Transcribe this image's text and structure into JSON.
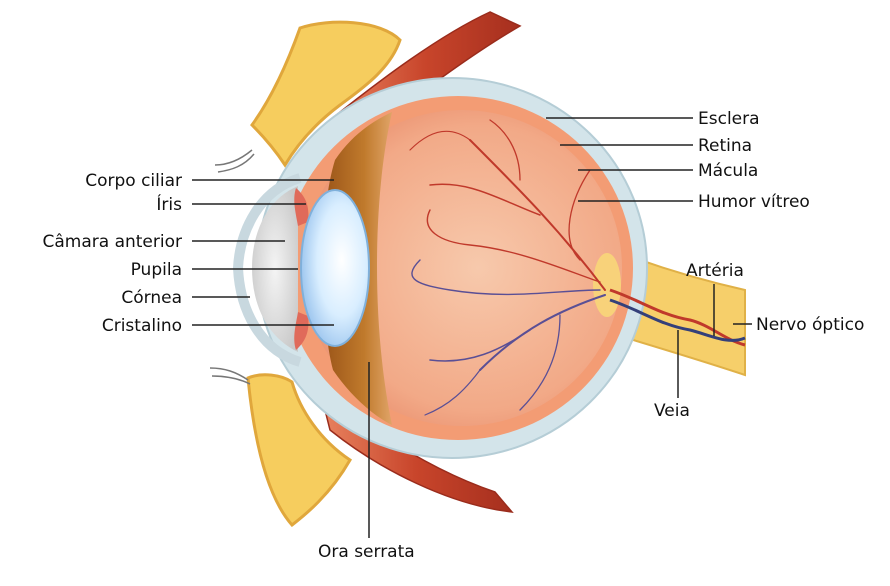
{
  "labels": {
    "corpo_ciliar": "Corpo ciliar",
    "iris": "Íris",
    "camara_anterior": "Câmara anterior",
    "pupila": "Pupila",
    "cornea": "Córnea",
    "cristalino": "Cristalino",
    "esclera": "Esclera",
    "retina": "Retina",
    "macula": "Mácula",
    "humor_vitreo": "Humor vítreo",
    "arteria": "Artéria",
    "nervo_optico": "Nervo óptico",
    "veia": "Veia",
    "ora_serrata": "Ora serrata"
  },
  "colors": {
    "bone": "#f6cd5e",
    "bone_outline": "#e0a73c",
    "muscle": "#c9442a",
    "muscle_light": "#e57a50",
    "sclera": "#d3e4ea",
    "retina": "#f6a27a",
    "vitreous": "#f4b898",
    "choroid_band": "#b86a22",
    "lens": "#dcefff",
    "artery": "#c0392b",
    "vein": "#3c4b8a",
    "nerve": "#f6cf6a",
    "leader": "#222222"
  }
}
